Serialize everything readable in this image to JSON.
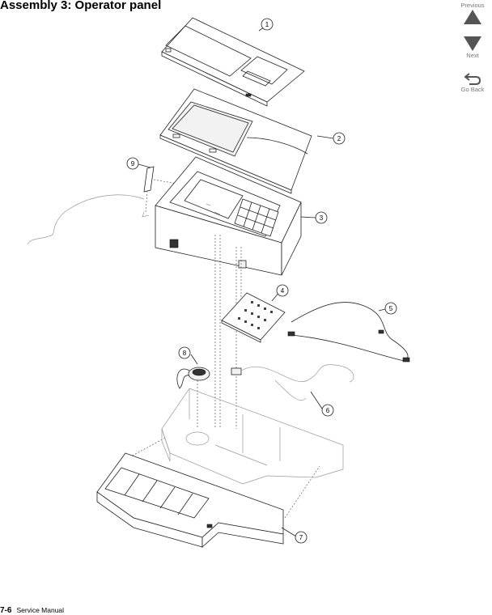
{
  "page": {
    "title": "Assembly 3:  Operator panel",
    "footer_page": "7-6",
    "footer_text": "Service Manual"
  },
  "nav": {
    "previous": "Previous",
    "next": "Next",
    "go_back": "Go Back",
    "accent": "#555555"
  },
  "callouts": [
    "1",
    "2",
    "3",
    "4",
    "5",
    "6",
    "7",
    "8",
    "9"
  ]
}
